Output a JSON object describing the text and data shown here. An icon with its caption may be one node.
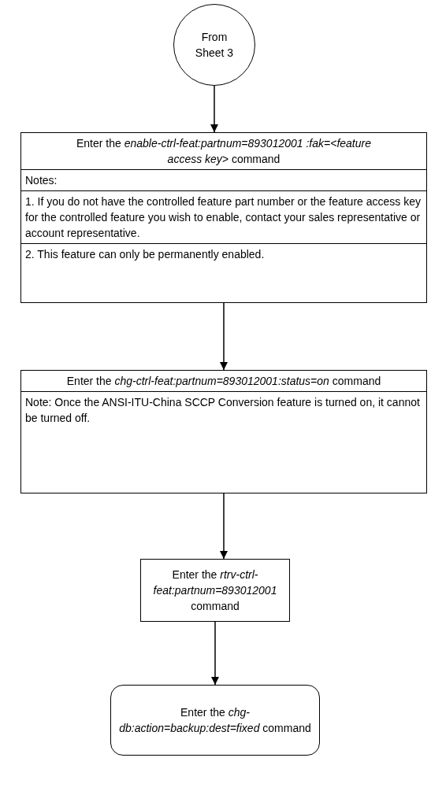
{
  "diagram": {
    "nodes": [
      {
        "text": [
          "From Sheet 3"
        ]
      },
      {
        "text": [
          "Enter the *enable-ctrl-feat:partnum=893012001 :fak=<feature access key>* command",
          "Notes:",
          "1. If you do not have the controlled feature part number or the feature access key for the controlled feature you wish to enable, contact your sales representative or account representative.",
          "2. This feature can only be permanently enabled."
        ]
      },
      {
        "text": [
          "Enter the *chg-ctrl-feat:partnum=893012001:status=on* command",
          "Note: Once the ANSI-ITU-China SCCP Conversion feature is turned on, it cannot be turned off."
        ]
      },
      {
        "text": [
          "Enter the *rtrv-ctrl-feat:partnum=893012001* command"
        ]
      },
      {
        "text": [
          "Enter the *chg-db:action=backup:dest=fixed* command"
        ]
      }
    ],
    "edges": [
      {
        "from": 0,
        "to": 1,
        "arrow": "to"
      },
      {
        "from": 1,
        "to": 2,
        "arrow": "to"
      },
      {
        "from": 2,
        "to": 3,
        "arrow": "to"
      },
      {
        "from": 3,
        "to": 4,
        "arrow": "to"
      }
    ]
  }
}
